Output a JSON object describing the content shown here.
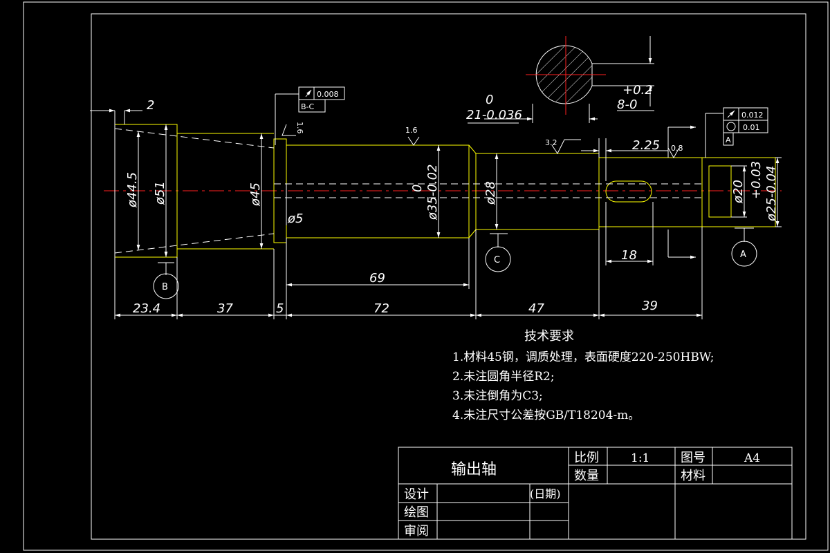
{
  "drawing": {
    "dims": {
      "d2": "2",
      "d23_4": "23.4",
      "d37": "37",
      "d5": "5",
      "d72": "72",
      "d47": "47",
      "d39": "39",
      "d69": "69",
      "d18": "18",
      "d2_25": "2.25",
      "dia44_5": "ø44.5",
      "dia51": "ø51",
      "dia45": "ø45",
      "dia5": "ø5",
      "dia35": "ø35-0.02",
      "dia35_upper": "0",
      "dia28": "ø28",
      "dia20": "ø20",
      "dia25": "ø25-0.04",
      "dia25_upper": "+0.03",
      "sec_w_upper": "0",
      "sec_w": "21-0.036",
      "sec_t_upper": "+0.2",
      "sec_t": "8-0"
    },
    "roughness": {
      "r16": "1.6",
      "r32": "3.2",
      "r08": "0.8",
      "r_left": "1.6"
    },
    "gdt": {
      "left_tol": "0.008",
      "left_datum": "B-C",
      "right_tol1": "0.012",
      "right_tol2": "0.01",
      "right_datum": "A"
    },
    "datums": {
      "B": "B",
      "C": "C",
      "A": "A"
    }
  },
  "tech_req": {
    "title": "技术要求",
    "items": [
      "1.材料45钢，调质处理，表面硬度220-250HBW;",
      "2.未注圆角半径R2;",
      "3.未注倒角为C3;",
      "4.未注尺寸公差按GB/T18204-m。"
    ]
  },
  "title_block": {
    "part_name": "输出轴",
    "scale_label": "比例",
    "scale_value": "1:1",
    "drawing_no_label": "图号",
    "drawing_no_value": "A4",
    "quantity_label": "数量",
    "material_label": "材料",
    "design_label": "设计",
    "date_label": "(日期)",
    "draw_label": "绘图",
    "review_label": "审阅"
  },
  "colors": {
    "background": "#000000",
    "outline": "#ffff00",
    "line": "#ffffff",
    "centerline": "#ff0000"
  }
}
